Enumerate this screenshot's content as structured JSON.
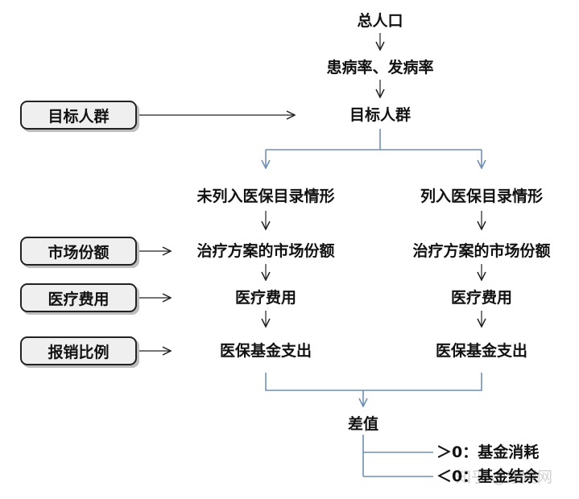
{
  "nodes": {
    "total_population": "总人口",
    "incidence_rate": "患病率、发病率",
    "target_population": "目标人群",
    "not_listed": "未列入医保目录情形",
    "listed": "列入医保目录情形",
    "market_share_left": "治疗方案的市场份额",
    "market_share_right": "治疗方案的市场份额",
    "medical_cost_left": "医疗费用",
    "medical_cost_right": "医疗费用",
    "fund_expense_left": "医保基金支出",
    "fund_expense_right": "医保基金支出",
    "difference": "差值",
    "positive_result": "＞0：基金消耗",
    "negative_result": "＜0：基金结余"
  },
  "inputs": {
    "target_population": "目标人群",
    "market_share": "市场份额",
    "medical_cost": "医疗费用",
    "reimbursement_ratio": "报销比例"
  },
  "watermark": "知乎 @紫翔网"
}
